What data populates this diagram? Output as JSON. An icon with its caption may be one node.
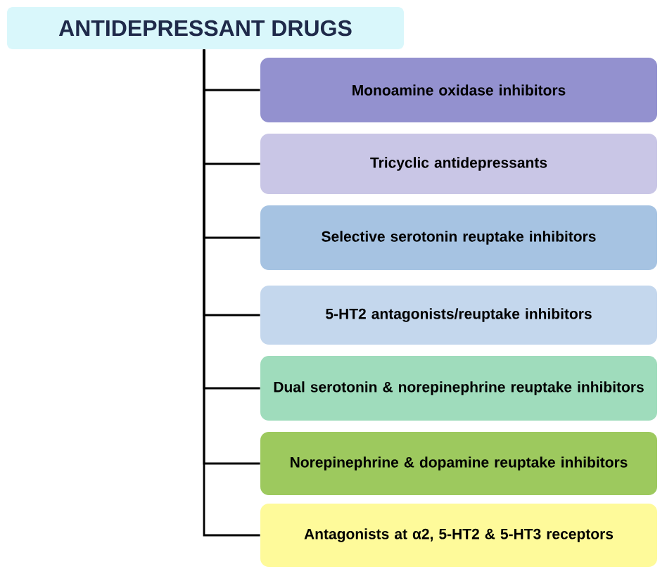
{
  "diagram": {
    "nodes": [
      {
        "text": [
          "ANTIDEPRESSANT DRUGS"
        ]
      },
      {
        "text": [
          "Monoamine oxidase inhibitors"
        ]
      },
      {
        "text": [
          "Tricyclic antidepressants"
        ]
      },
      {
        "text": [
          "Selective serotonin reuptake inhibitors"
        ]
      },
      {
        "text": [
          "5-HT2 antagonists/reuptake inhibitors"
        ]
      },
      {
        "text": [
          "Dual serotonin & norepinephrine reuptake inhibitors"
        ]
      },
      {
        "text": [
          "Norepinephrine & dopamine reuptake inhibitors"
        ]
      },
      {
        "text": [
          "Antagonists at α2, 5-HT2 & 5-HT3 receptors"
        ]
      }
    ],
    "edges": [
      {
        "from": 0,
        "to": 1,
        "arrow": "none"
      },
      {
        "from": 0,
        "to": 2,
        "arrow": "none"
      },
      {
        "from": 0,
        "to": 3,
        "arrow": "none"
      },
      {
        "from": 0,
        "to": 4,
        "arrow": "none"
      },
      {
        "from": 0,
        "to": 5,
        "arrow": "none"
      },
      {
        "from": 0,
        "to": 6,
        "arrow": "none"
      },
      {
        "from": 0,
        "to": 7,
        "arrow": "none"
      }
    ]
  }
}
